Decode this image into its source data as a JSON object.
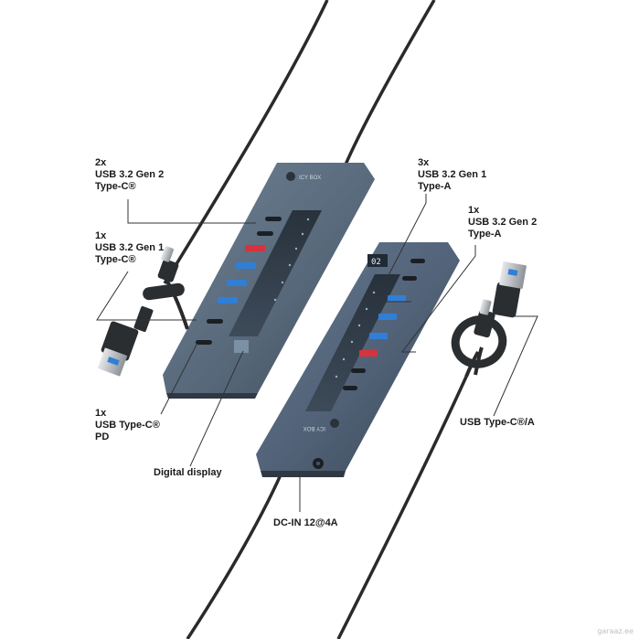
{
  "labels": {
    "usbc_gen2": {
      "count": "2x",
      "line1": "USB 3.2 Gen 2",
      "line2": "Type-C®"
    },
    "usbc_gen1": {
      "count": "1x",
      "line1": "USB 3.2 Gen 1",
      "line2": "Type-C®"
    },
    "usbc_pd": {
      "count": "1x",
      "line1": "USB Type-C®",
      "line2": "PD"
    },
    "digital_display": "Digital display",
    "usba_gen1": {
      "count": "3x",
      "line1": "USB 3.2 Gen 1",
      "line2": "Type-A"
    },
    "usba_gen2": {
      "count": "1x",
      "line1": "USB 3.2 Gen 2",
      "line2": "Type-A"
    },
    "usb_c_a_cable": "USB Type-C®/A",
    "dc_in": "DC-IN 12@4A"
  },
  "device": {
    "brand": "ICY BOX",
    "display_reading": "02"
  },
  "watermark": "garaaz.ee",
  "colors": {
    "hub_body": "#5e6f80",
    "hub_body_dark": "#3f4c59",
    "port_blue": "#2f7fd6",
    "port_red": "#d8323c",
    "cable": "#2a2a2a",
    "leader_line": "#333333"
  }
}
